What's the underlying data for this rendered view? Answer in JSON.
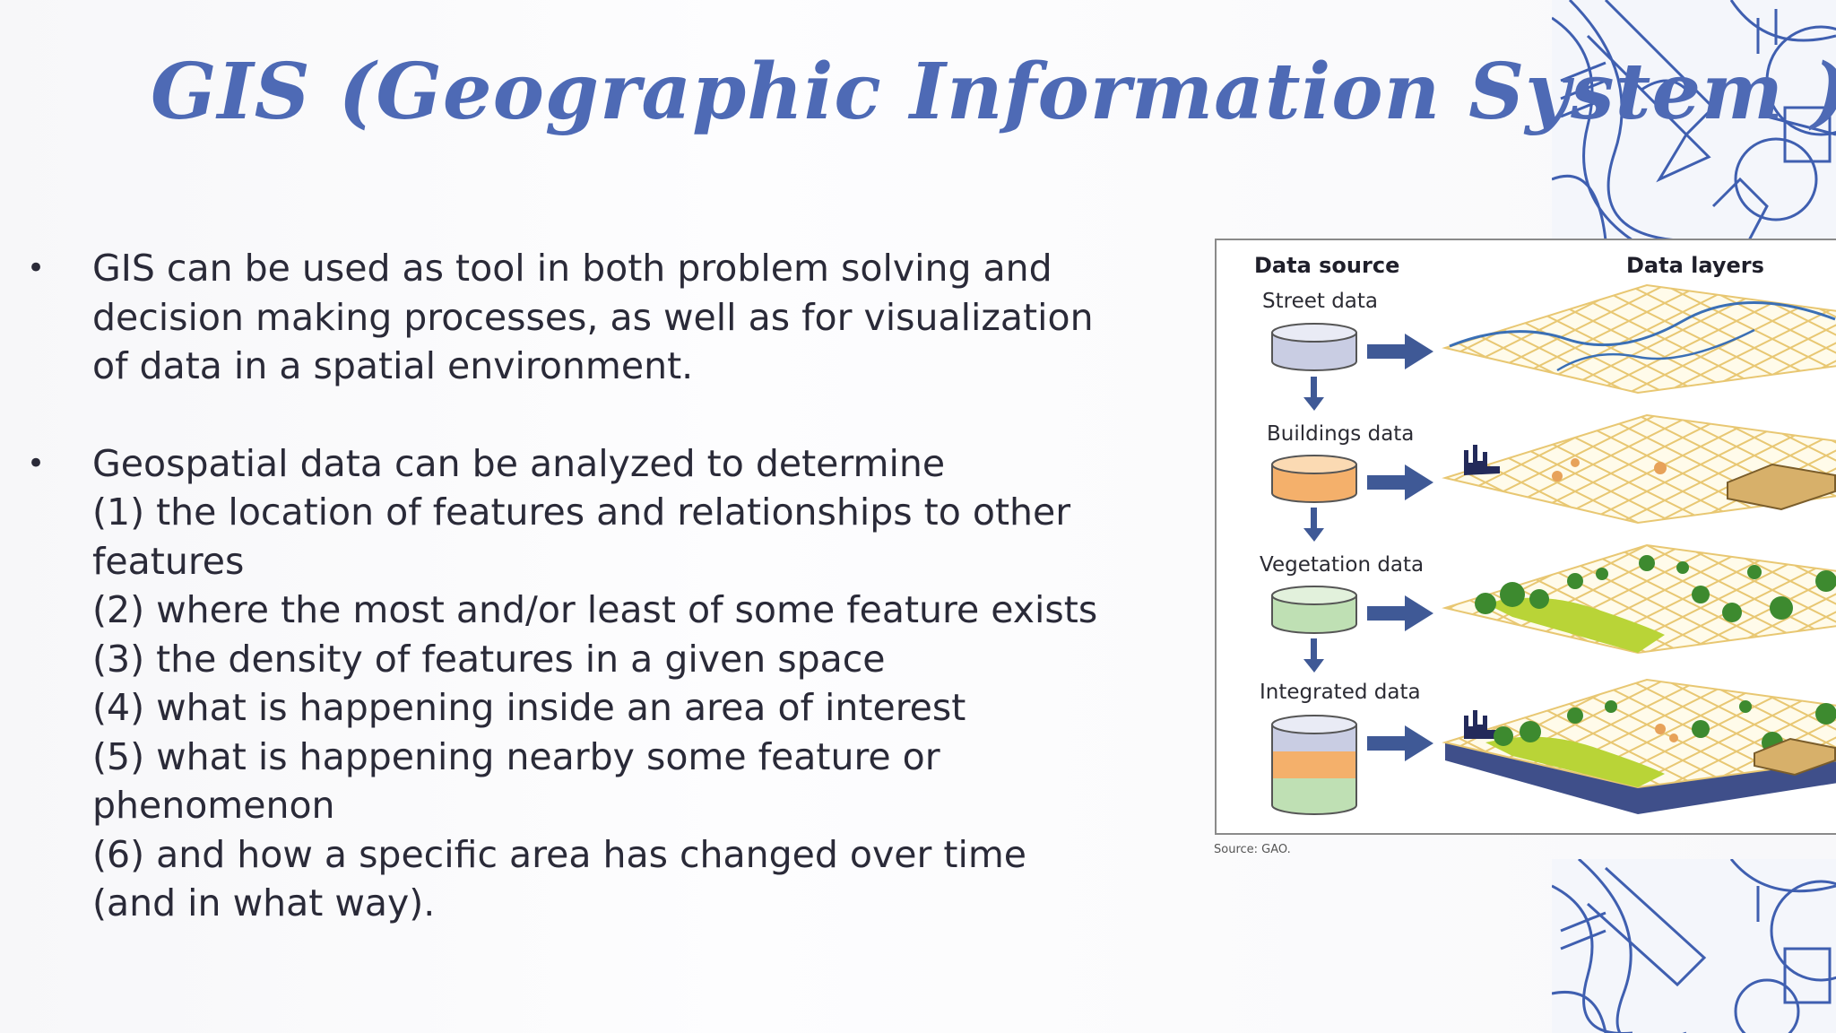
{
  "title": "GIS (Geographic Information System )",
  "bullets": [
    {
      "lines": [
        "GIS can be used as tool in both problem solving and",
        "decision making processes, as well as for visualization",
        "of data in a spatial environment."
      ]
    },
    {
      "lines": [
        "Geospatial data can be analyzed to determine",
        "(1) the location of features and relationships to other",
        "features",
        "(2) where the most and/or least of some feature exists",
        "(3) the density of features in a given space",
        "(4) what is happening inside an area of interest",
        "(5) what is happening nearby some feature or",
        "phenomenon",
        "(6) and how a specific area has changed over time",
        "(and in what way)."
      ]
    }
  ],
  "bullet_symbol": "•",
  "figure": {
    "col_left": "Data source",
    "col_right": "Data layers",
    "rows": [
      "Street data",
      "Buildings data",
      "Vegetation data",
      "Integrated data"
    ],
    "source": "Source: GAO."
  },
  "colors": {
    "title": "#4e6ab5",
    "text": "#2a2a38",
    "deco_line": "#3f5fb0",
    "arrow": "#3f5996",
    "street_db": "#c9cde3",
    "buildings_db": "#f4b06b",
    "vegetation_db": "#bfe0b4",
    "grid": "#e8c772",
    "green": "#3d8a2f",
    "lime": "#b9d437"
  },
  "icons": [
    "database-icon",
    "arrow-right-icon",
    "arrow-down-icon",
    "grid-layer-icon",
    "decorative-pattern-icon"
  ]
}
